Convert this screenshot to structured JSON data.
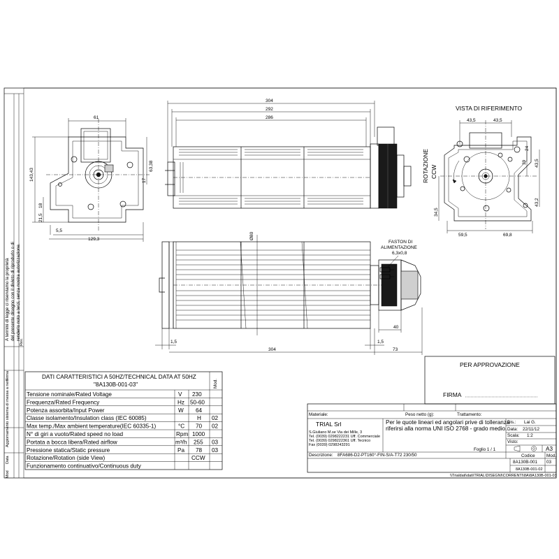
{
  "views": {
    "reference_title": "VISTA DI RIFERIMENTO",
    "rotation_label_1": "ROTAZIONE",
    "rotation_label_2": "CCW",
    "faston_label_1": "FASTON DI",
    "faston_label_2": "ALIMENTAZIONE",
    "faston_label_3": "6,3x0,8"
  },
  "dimensions": {
    "left_view": [
      "61",
      "143,43",
      "63,38",
      "17",
      "21,5",
      "18",
      "5,5",
      "129,3"
    ],
    "front_view": [
      "304",
      "292",
      "286"
    ],
    "top_view": [
      "Ø80",
      "1,5",
      "304",
      "1,5",
      "73",
      "40"
    ],
    "right_view": [
      "43,5",
      "43,5",
      "24",
      "39",
      "43,5",
      "43,2",
      "34,5",
      "59,5",
      "69,8"
    ]
  },
  "side_notice": {
    "line1": "A termini di legge ci riserviamo la proprietà",
    "line2": "del presente disegno con il divieto di riprodurlo o di",
    "line3": "renderlo noto a terzi, senza nostra autorizzazione."
  },
  "revision_strip": {
    "labels": [
      "Rev.",
      "Mod",
      "Data",
      "Aggiornamento sistema di messa a nero",
      "Firma"
    ]
  },
  "approval": {
    "title": "PER APPROVAZIONE",
    "signature_label": "FIRMA"
  },
  "tech_table": {
    "header_line1": "DATI CARATTERISTICI A 50HZ/TECHNICAL DATA AT 50HZ",
    "header_line2": "\"8A130B-001-03\"",
    "mod_header": "Mod.",
    "rows": [
      {
        "label": "Tensione  nominale/Rated Voltage",
        "unit": "V",
        "value": "230",
        "mod": ""
      },
      {
        "label": "Frequenza/Rated Frequency",
        "unit": "Hz",
        "value": "50-60",
        "mod": ""
      },
      {
        "label": "Potenza assorbita/Input Power",
        "unit": "W",
        "value": "64",
        "mod": ""
      },
      {
        "label": "Classe isolamento/Insulation class (IEC 60085)",
        "unit": "",
        "value": "H",
        "mod": "02"
      },
      {
        "label": "Max temp./Max ambient temperature(IEC 60335-1)",
        "unit": "°C",
        "value": "70",
        "mod": "02"
      },
      {
        "label": "N° di giri a vuoto/Rated speed no load",
        "unit": "Rpm",
        "value": "1000",
        "mod": ""
      },
      {
        "label": "Portata a bocca libera/Rated airflow",
        "unit": "m³/h",
        "value": "255",
        "mod": "03"
      },
      {
        "label": "Pressione statica/Static pressure",
        "unit": "Pa",
        "value": "78",
        "mod": "03"
      },
      {
        "label": "Rotazione/Rotation (side View)",
        "unit": "",
        "value": "CCW",
        "mod": ""
      },
      {
        "label": "Funzionamento continuativo/Continuous duty",
        "unit": "",
        "value": "",
        "mod": ""
      }
    ]
  },
  "title_block": {
    "materiale_label": "Materiale:",
    "peso_label": "Peso netto (g):",
    "trattamento_label": "Trattamento:",
    "company_name": "TRIAL Srl",
    "address_1": "S.Giuliano M.se Via dei Mille, 3",
    "address_2": "Tel. (0039) 0298222231 Uff. Commerciale",
    "address_3": "Tel. (0039) 0298222361 Uff. Tecnico",
    "address_4": "Fax (0039) 0298243291",
    "tolerance_1": "Per le quote lineari ed angolari prive di tolleranza",
    "tolerance_2": "riferirsi alla norma UNI ISO 2768 - grado medio.",
    "dis_label": "Dis.:",
    "dis_value": "Lai G.",
    "data_label": "Data:",
    "data_value": "22/11/12",
    "scala_label": "Scala:",
    "scala_value": "1:2",
    "visto_label": "Visto:",
    "sheet_size": "A3",
    "foglio": "Foglio 1  /  1",
    "descrizione_label": "Descrizione:",
    "descrizione_value": "8FA686-D2-PT160°-FIN-S/A-T72 230/50",
    "codice_label": "Codice",
    "codice_value": "8A130B-001",
    "mod_label": "Mod.",
    "mod_value": "03",
    "file_code": "8A130B-001-02",
    "file_path": "\\\\Trialdati\\dati\\TRIAL\\DISEGNI\\CORRENTI\\8A\\8A130B-001-03"
  }
}
